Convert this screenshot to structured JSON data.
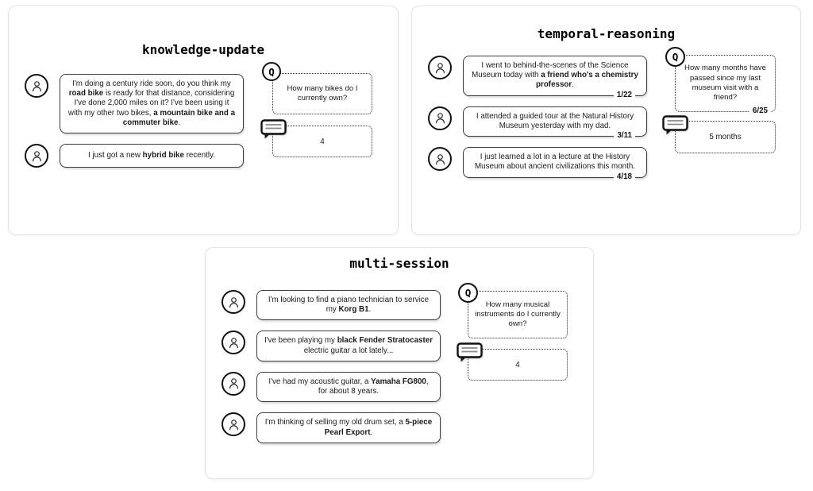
{
  "colors": {
    "panel_border": "#e3e3e3",
    "message_border": "#3b3b3b",
    "dotted_border": "#2a2a2a",
    "icon_stroke": "#111111",
    "bubble_lines": "#8a8a8a",
    "text": "#1a1a1a"
  },
  "icons": {
    "q_glyph": "Q",
    "user": "person-outline-icon",
    "answer": "speech-bubble-icon"
  },
  "panels": [
    {
      "id": "knowledge-update",
      "title": "knowledge-update",
      "messages": [
        {
          "segments": [
            {
              "t": "I'm doing a century ride soon, do you think my "
            },
            {
              "t": "road bike",
              "b": true
            },
            {
              "t": " is ready for that distance, considering I've done 2,000 miles on it? I've been using it with my other two bikes, "
            },
            {
              "t": "a mountain bike and a commuter bike",
              "b": true
            },
            {
              "t": "."
            }
          ]
        },
        {
          "segments": [
            {
              "t": "I just got a new "
            },
            {
              "t": "hybrid bike",
              "b": true
            },
            {
              "t": " recently."
            }
          ]
        }
      ],
      "question": {
        "text": "How many bikes do I currently own?"
      },
      "answer": {
        "text": "4"
      }
    },
    {
      "id": "temporal-reasoning",
      "title": "temporal-reasoning",
      "messages": [
        {
          "segments": [
            {
              "t": "I went to behind-the-scenes of the Science Museum today with "
            },
            {
              "t": "a friend who's a chemistry professor",
              "b": true
            },
            {
              "t": "."
            }
          ],
          "date": "1/22"
        },
        {
          "segments": [
            {
              "t": "I attended a guided tour at the Natural History Museum yesterday with my dad."
            }
          ],
          "date": "3/11"
        },
        {
          "segments": [
            {
              "t": "I just learned a lot in a lecture at the History Museum about ancient civilizations this month."
            }
          ],
          "date": "4/18"
        }
      ],
      "question": {
        "text": "How many months have passed since my last museum visit with a friend?",
        "date": "6/25"
      },
      "answer": {
        "text": "5 months"
      }
    },
    {
      "id": "multi-session",
      "title": "multi-session",
      "messages": [
        {
          "segments": [
            {
              "t": "I'm looking to find a piano technician to service my "
            },
            {
              "t": "Korg B1",
              "b": true
            },
            {
              "t": "."
            }
          ]
        },
        {
          "segments": [
            {
              "t": "I've been playing my "
            },
            {
              "t": "black Fender Stratocaster",
              "b": true
            },
            {
              "t": " electric guitar a lot lately..."
            }
          ]
        },
        {
          "segments": [
            {
              "t": "I've had my acoustic guitar, a "
            },
            {
              "t": "Yamaha FG800",
              "b": true
            },
            {
              "t": ", for about 8 years."
            }
          ]
        },
        {
          "segments": [
            {
              "t": "I'm thinking of selling my old drum set, a "
            },
            {
              "t": "5-piece Pearl Export",
              "b": true
            },
            {
              "t": "."
            }
          ]
        }
      ],
      "question": {
        "text": "How many musical instruments do I currently own?"
      },
      "answer": {
        "text": "4"
      }
    }
  ]
}
